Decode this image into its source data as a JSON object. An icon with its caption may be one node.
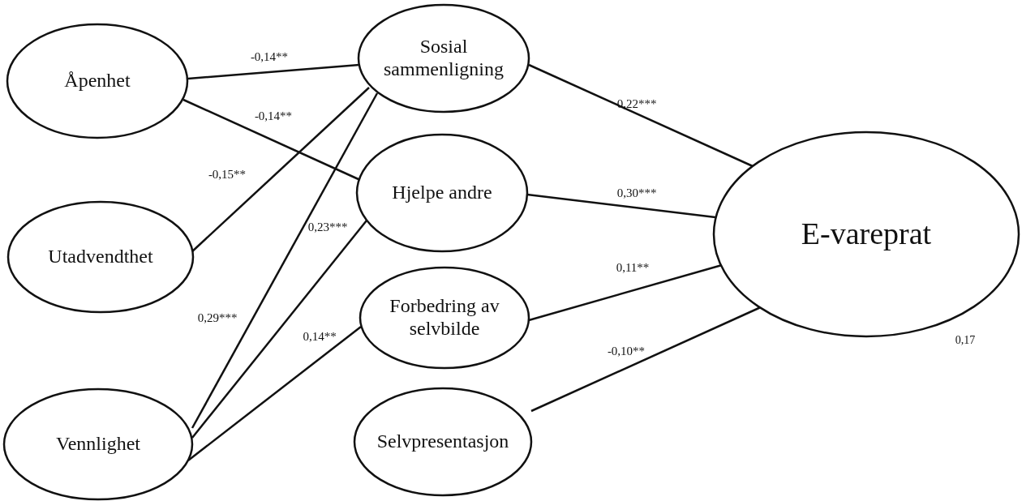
{
  "diagram": {
    "nodes": [
      {
        "text": [
          "Åpenhet"
        ]
      },
      {
        "text": [
          "Utadvendthet"
        ]
      },
      {
        "text": [
          "Vennlighet"
        ]
      },
      {
        "text": [
          "Sosial sammenligning"
        ]
      },
      {
        "text": [
          "Hjelpe andre"
        ]
      },
      {
        "text": [
          "Forbedring av selvbilde"
        ]
      },
      {
        "text": [
          "Selvpresentasjon"
        ]
      },
      {
        "text": [
          "E-vareprat"
        ],
        "beside": [
          "0,17"
        ]
      }
    ],
    "edges": [
      {
        "from": 0,
        "to": 3,
        "arrow": "none",
        "label": "-0,14**"
      },
      {
        "from": 0,
        "to": 4,
        "arrow": "none",
        "label": "-0,14**"
      },
      {
        "from": 1,
        "to": 3,
        "arrow": "none",
        "label": "-0,15**"
      },
      {
        "from": 2,
        "to": 3,
        "arrow": "none",
        "label": "0,29***"
      },
      {
        "from": 2,
        "to": 4,
        "arrow": "none",
        "label": "0,23***"
      },
      {
        "from": 2,
        "to": 5,
        "arrow": "none",
        "label": "0,14**"
      },
      {
        "from": 3,
        "to": 7,
        "arrow": "none",
        "label": "0,22***"
      },
      {
        "from": 4,
        "to": 7,
        "arrow": "none",
        "label": "0,30***"
      },
      {
        "from": 5,
        "to": 7,
        "arrow": "none",
        "label": "0,11**"
      },
      {
        "from": 6,
        "to": 7,
        "arrow": "none",
        "label": "-0,10**"
      }
    ]
  }
}
